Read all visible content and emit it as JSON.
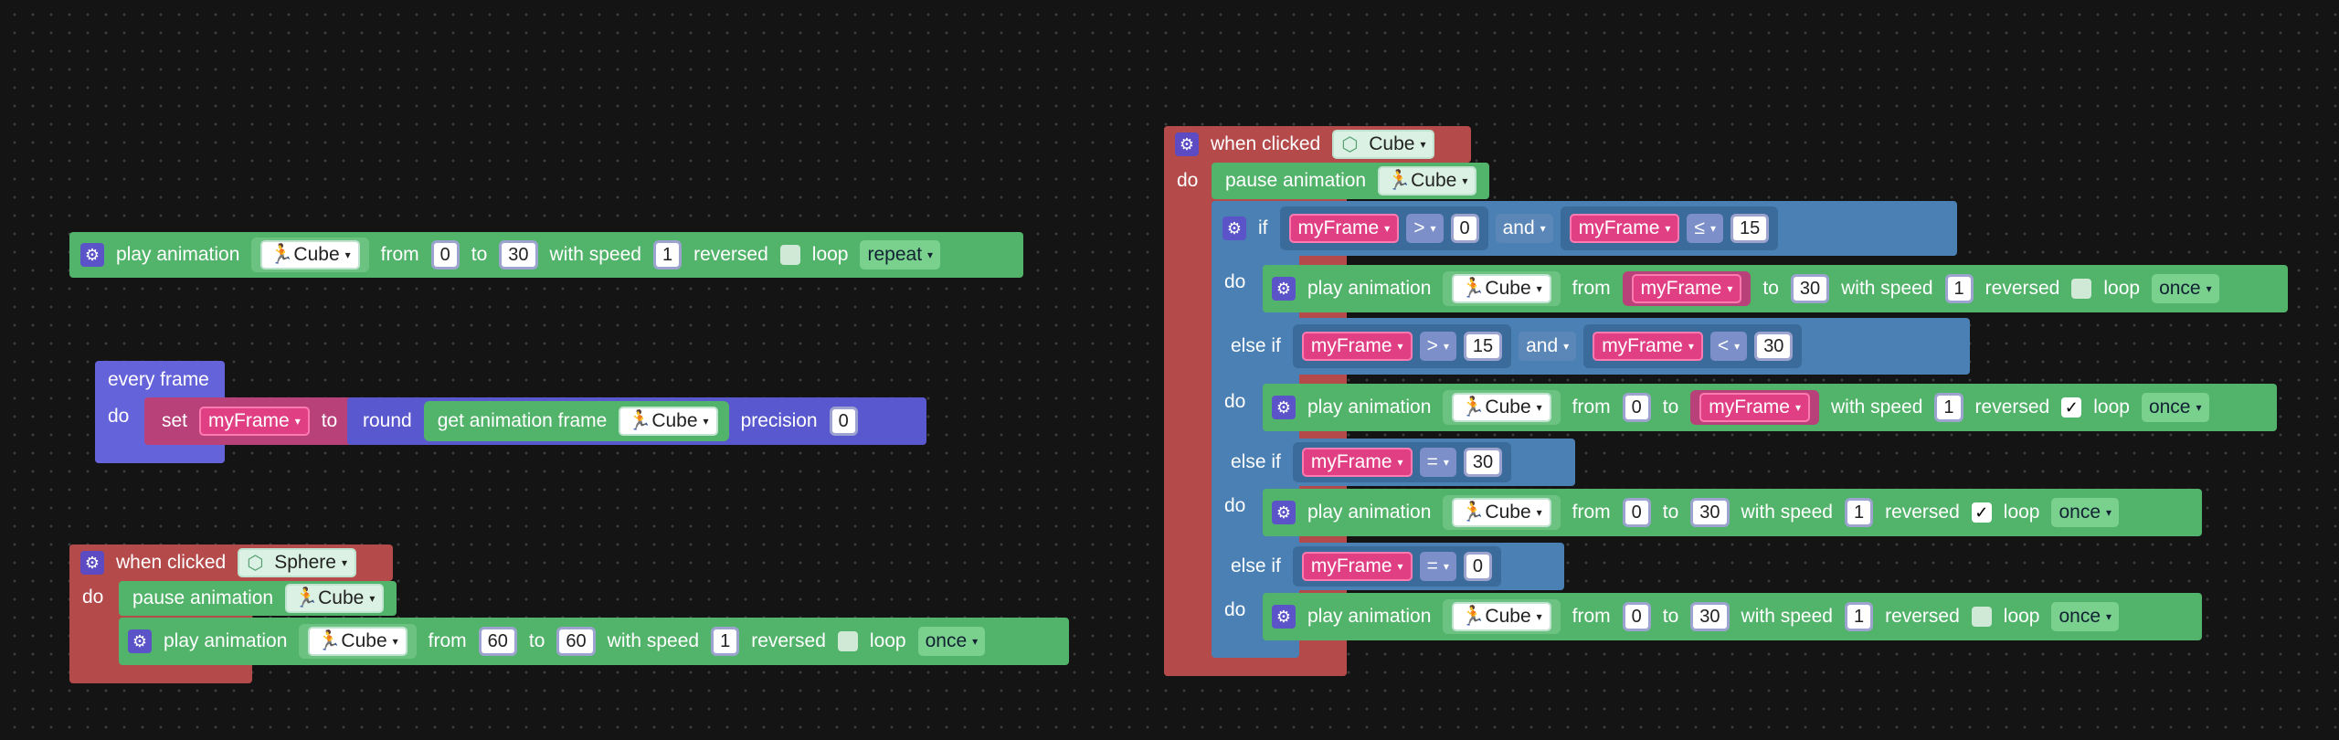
{
  "blocks": {
    "play_anim": {
      "play_label": "play animation",
      "target": "Cube",
      "from_label": "from",
      "from_val": "0",
      "to_label": "to",
      "to_val": "30",
      "speed_label": "with speed",
      "speed_val": "1",
      "reversed_label": "reversed",
      "loop_label": "loop",
      "loop_val": "repeat"
    },
    "every_frame": {
      "title": "every frame",
      "do_label": "do",
      "set_label": "set",
      "var": "myFrame",
      "to_label": "to",
      "round_label": "round",
      "get_label": "get animation frame",
      "target": "Cube",
      "precision_label": "precision",
      "precision_val": "0"
    },
    "sphere_click": {
      "when_label": "when clicked",
      "target": "Sphere",
      "do_label": "do",
      "pause_label": "pause animation",
      "pause_target": "Cube",
      "play_label": "play animation",
      "play_target": "Cube",
      "from_label": "from",
      "from_val": "60",
      "to_label": "to",
      "to_val": "60",
      "speed_label": "with speed",
      "speed_val": "1",
      "reversed_label": "reversed",
      "loop_label": "loop",
      "loop_val": "once"
    },
    "cube_click": {
      "when_label": "when clicked",
      "target": "Cube",
      "do_label": "do",
      "pause_label": "pause animation",
      "pause_target": "Cube",
      "if_label": "if",
      "and_label": "and",
      "elseif_label": "else if",
      "var": "myFrame",
      "op_gt": ">",
      "op_le": "≤",
      "op_lt": "<",
      "op_eq": "=",
      "n0": "0",
      "n15": "15",
      "n30": "30",
      "n1": "1",
      "play_label": "play animation",
      "play_target": "Cube",
      "from_label": "from",
      "to_label": "to",
      "speed_label": "with speed",
      "reversed_label": "reversed",
      "loop_label": "loop",
      "loop_once": "once",
      "check": "✓"
    }
  },
  "icons": {
    "gear": "⚙",
    "person": "🏃",
    "cube": "⬡",
    "chevron": "▾"
  }
}
